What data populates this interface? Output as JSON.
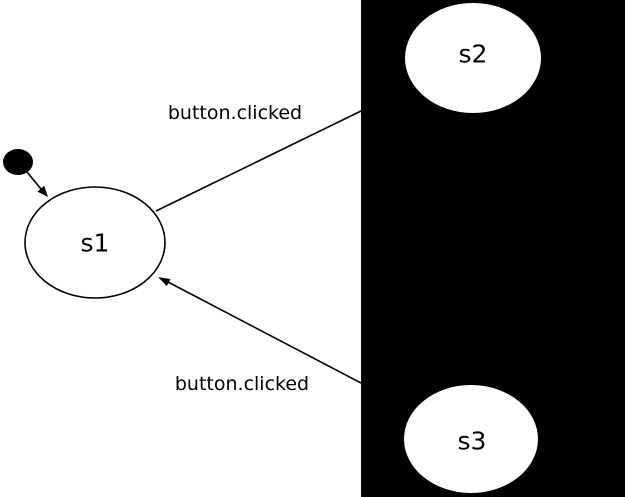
{
  "diagram": {
    "type": "state-machine",
    "colors": {
      "background": "#ffffff",
      "panel": "#000000",
      "line": "#000000",
      "state_fill": "#ffffff",
      "state_stroke": "#000000",
      "text": "#000000"
    },
    "states": [
      {
        "id": "s1",
        "label": "s1"
      },
      {
        "id": "s2",
        "label": "s2"
      },
      {
        "id": "s3",
        "label": "s3"
      }
    ],
    "initial": {
      "target": "s1"
    },
    "transitions": [
      {
        "from": "s1",
        "to": "s2",
        "label": "button.clicked"
      },
      {
        "from": "s3",
        "to": "s1",
        "label": "button.clicked"
      }
    ]
  }
}
